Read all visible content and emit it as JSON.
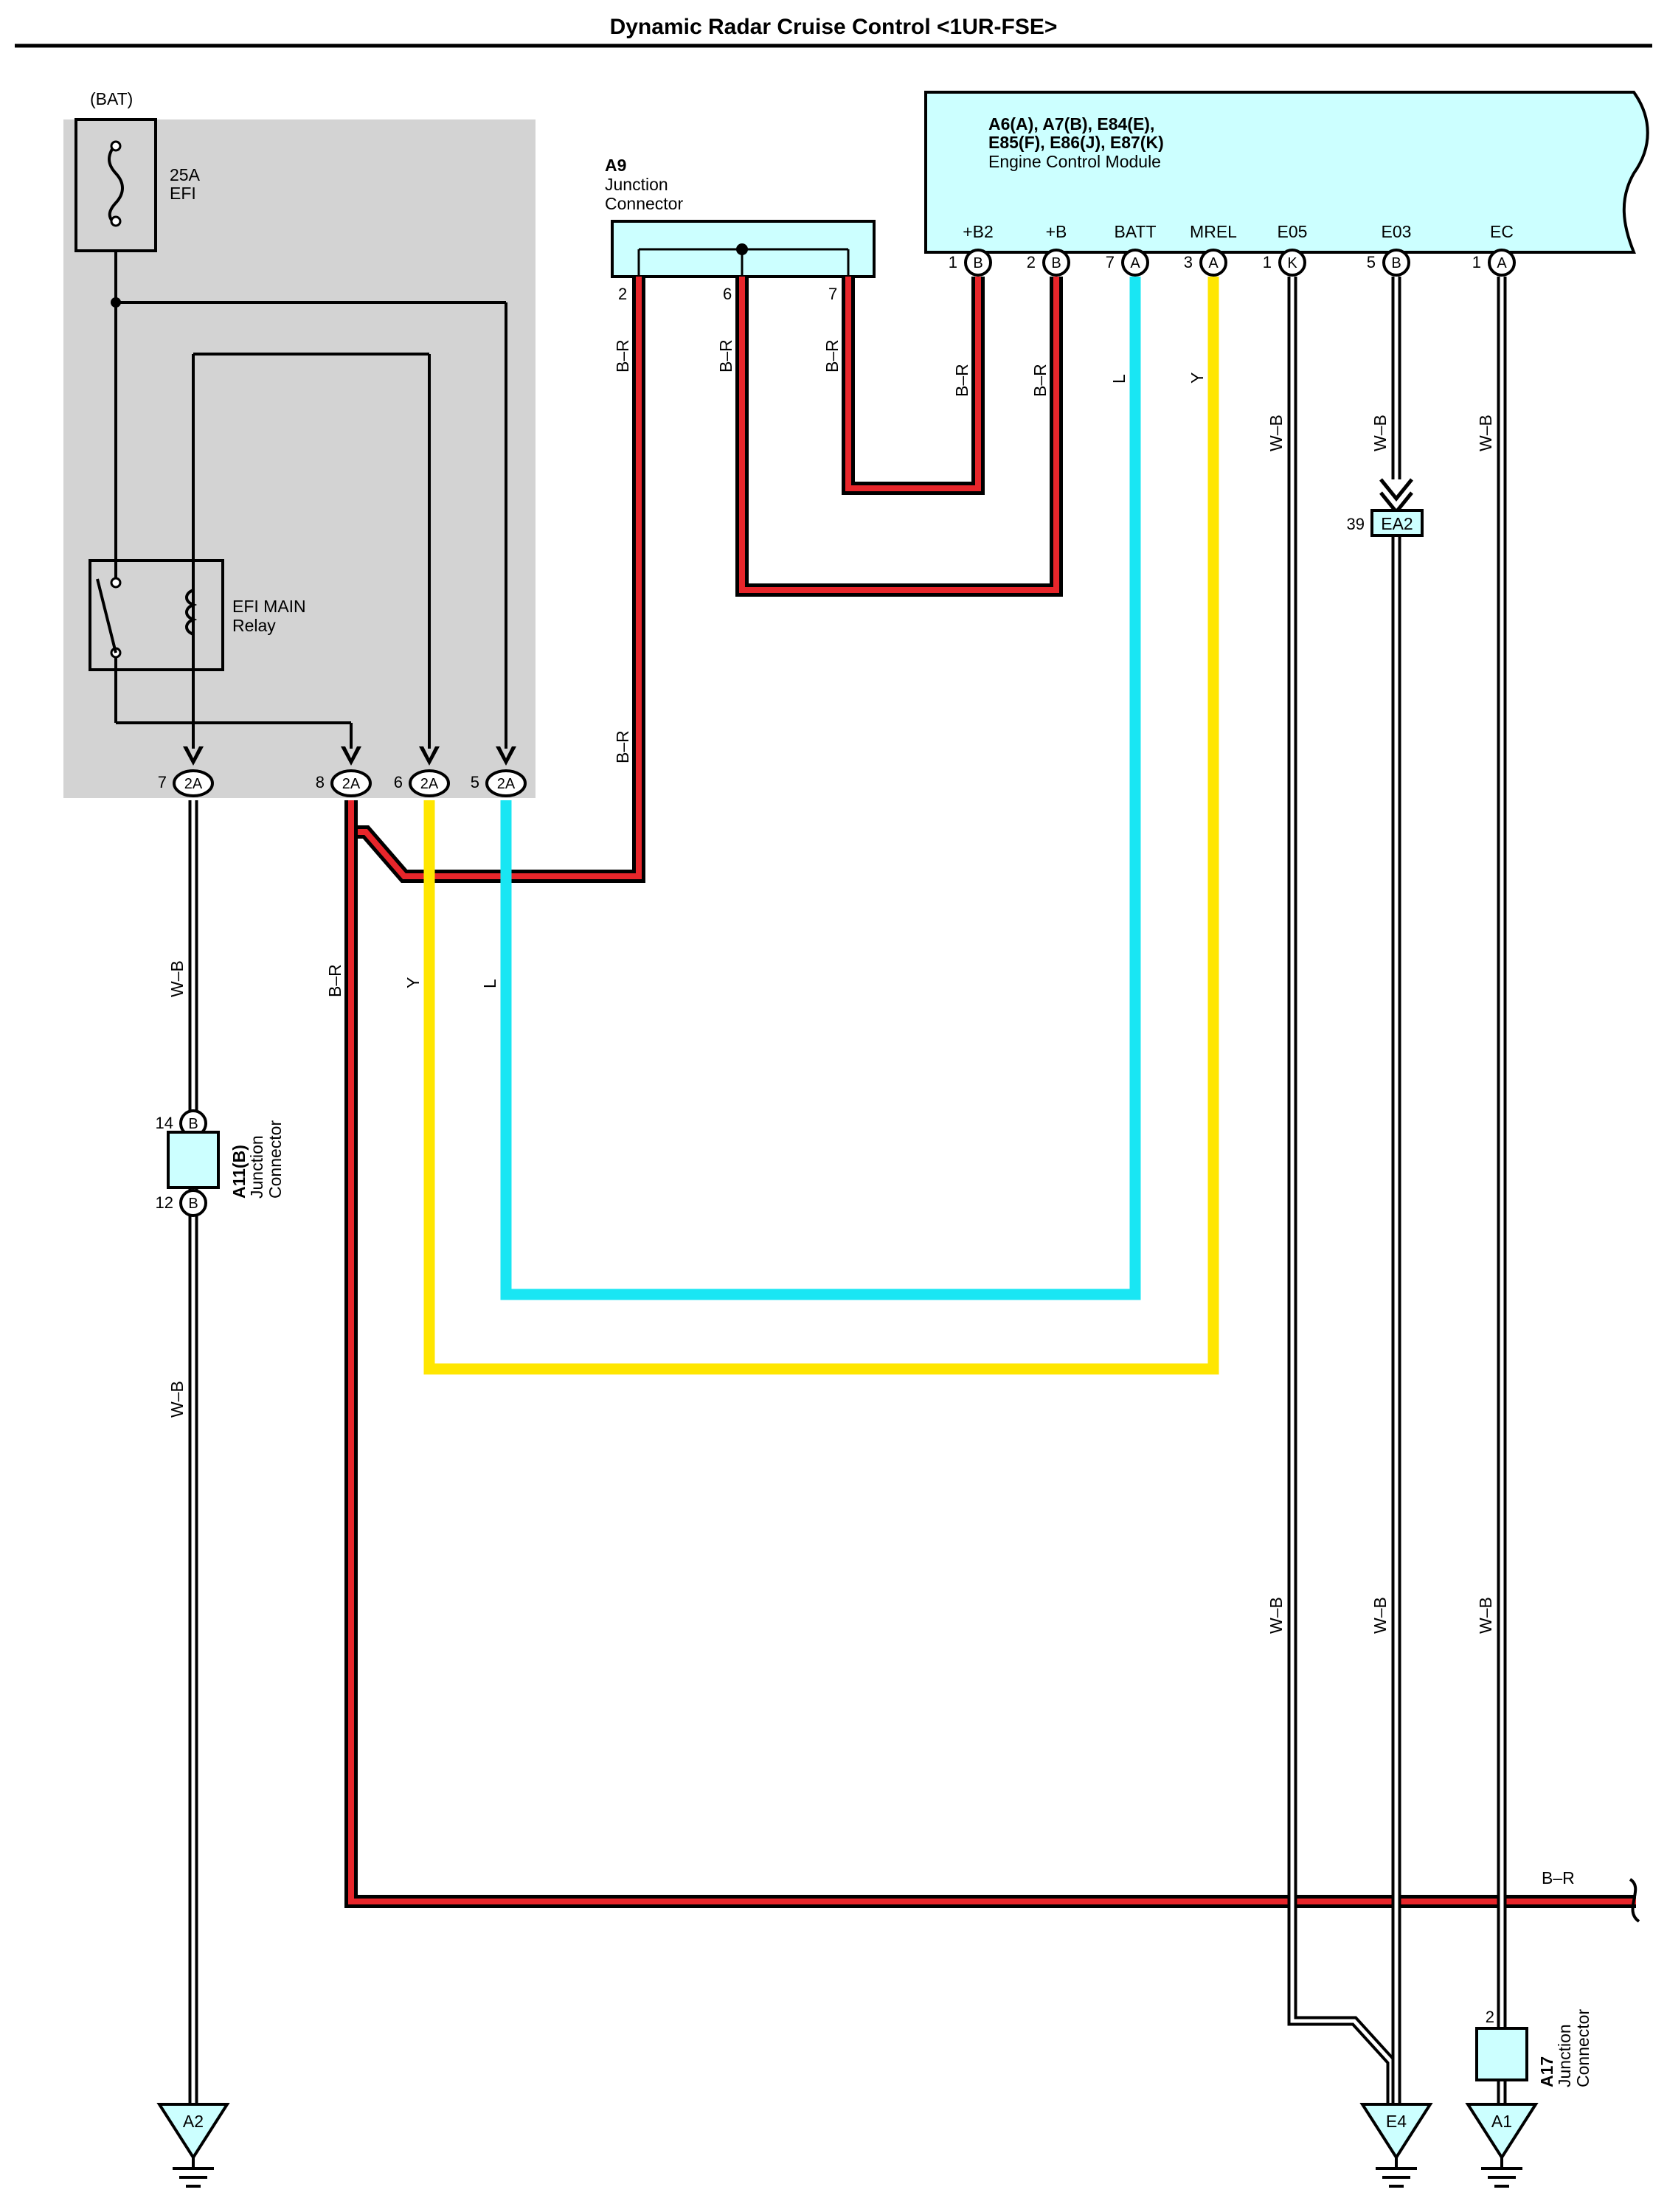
{
  "title": "Dynamic Radar Cruise Control <1UR-FSE>",
  "colors": {
    "wire_black": "#000000",
    "wire_red": "#e8262b",
    "wire_white": "#ffffff",
    "wire_blue": "#19e6f3",
    "wire_yellow": "#ffe600",
    "relay_box": "#d3d3d3",
    "module_fill": "#ccffff"
  },
  "relay_box": {
    "bat_label": "(BAT)",
    "fuse_rating": "25A",
    "fuse_name": "EFI",
    "relay_line1": "EFI MAIN",
    "relay_line2": "Relay"
  },
  "ecm": {
    "codes_line1": "A6(A), A7(B), E84(E),",
    "codes_line2": "E85(F), E86(J), E87(K)",
    "name": "Engine Control Module",
    "pins": [
      {
        "label": "+B2",
        "num": "1",
        "conn": "B"
      },
      {
        "label": "+B",
        "num": "2",
        "conn": "B"
      },
      {
        "label": "BATT",
        "num": "7",
        "conn": "A"
      },
      {
        "label": "MREL",
        "num": "3",
        "conn": "A"
      },
      {
        "label": "E05",
        "num": "1",
        "conn": "K"
      },
      {
        "label": "E03",
        "num": "5",
        "conn": "B"
      },
      {
        "label": "EC",
        "num": "1",
        "conn": "A"
      }
    ]
  },
  "a9": {
    "code": "A9",
    "line1": "Junction",
    "line2": "Connector",
    "pins": [
      "2",
      "6",
      "7"
    ]
  },
  "relay_pins": [
    {
      "num": "7",
      "conn": "2A"
    },
    {
      "num": "8",
      "conn": "2A"
    },
    {
      "num": "6",
      "conn": "2A"
    },
    {
      "num": "5",
      "conn": "2A"
    }
  ],
  "a11": {
    "code": "A11(B)",
    "line1": "Junction",
    "line2": "Connector",
    "pin_top": "14",
    "pin_bottom": "12",
    "conn": "B"
  },
  "a17": {
    "code": "A17",
    "line1": "Junction",
    "line2": "Connector",
    "pin": "2"
  },
  "ea2": {
    "num": "39",
    "label": "EA2"
  },
  "grounds": [
    "A2",
    "E4",
    "A1"
  ],
  "wire_labels": {
    "br": "B–R",
    "l": "L",
    "y": "Y",
    "wb": "W–B"
  }
}
